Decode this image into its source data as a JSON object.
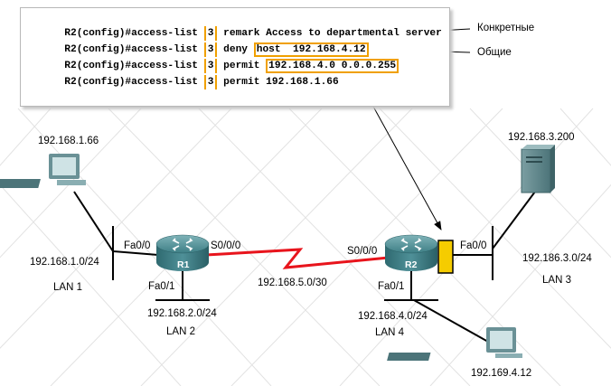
{
  "cli": {
    "prefix": "R2(config)#access-list",
    "acl_number": "3",
    "lines": [
      {
        "text": "remark Access to departmental server",
        "highlight": ""
      },
      {
        "text": "deny ",
        "highlight": "host  192.168.4.12"
      },
      {
        "text": "permit ",
        "highlight": "192.168.4.0 0.0.0.255"
      },
      {
        "text": "permit 192.168.1.66",
        "highlight": ""
      }
    ]
  },
  "annotations": {
    "specific": "Конкретные",
    "general": "Общие"
  },
  "hosts": {
    "pc_left": "192.168.1.66",
    "server": "192.168.3.200",
    "pc_bottom": "192.169.4.12"
  },
  "routers": {
    "r1": {
      "name": "R1",
      "fa00": "Fa0/0",
      "s000": "S0/0/0",
      "fa01": "Fa0/1"
    },
    "r2": {
      "name": "R2",
      "fa00": "Fa0/0",
      "s000": "S0/0/0",
      "fa01": "Fa0/1"
    }
  },
  "networks": {
    "lan1": {
      "net": "192.168.1.0/24",
      "name": "LAN 1"
    },
    "lan2": {
      "net": "192.168.2.0/24",
      "name": "LAN 2"
    },
    "lan3": {
      "net": "192.186.3.0/24",
      "name": "LAN 3"
    },
    "lan4": {
      "net": "192.168.4.0/24",
      "name": "LAN 4"
    },
    "wan": "192.168.5.0/30"
  },
  "colors": {
    "wan_link": "#e8141c",
    "acl_marker": "#f5cc00",
    "highlight_border": "#f0a000",
    "router": "#3e7f86"
  }
}
